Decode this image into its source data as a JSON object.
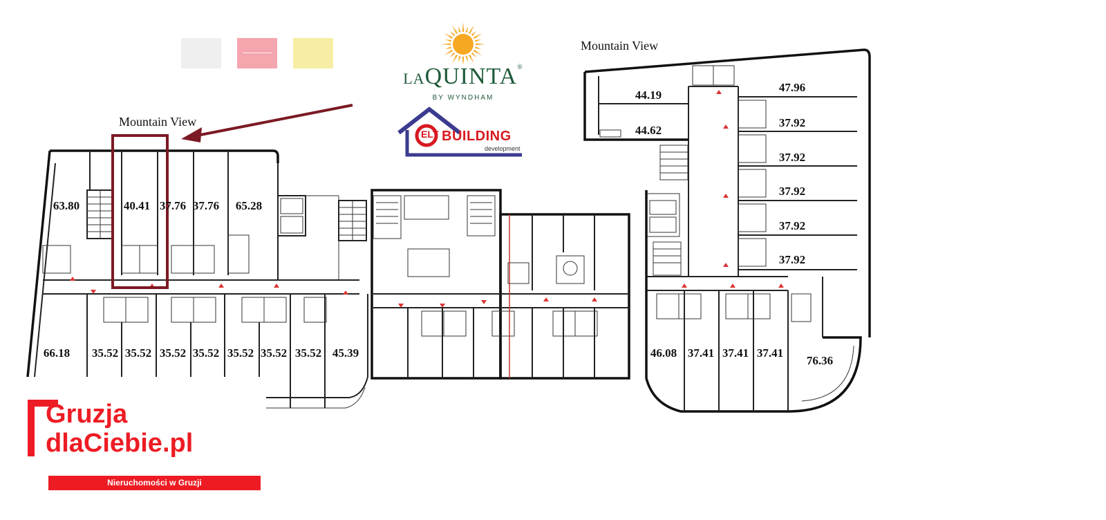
{
  "legend": {
    "swatches": [
      {
        "color": "#efefef"
      },
      {
        "color": "#f4a5ae"
      },
      {
        "color": "#f7eea4"
      }
    ]
  },
  "view_labels": {
    "left": "Mountain View",
    "right": "Mountain View"
  },
  "logos": {
    "laquinta": {
      "word_prefix": "LA",
      "word_main": "QUINTA",
      "sub": "BY WYNDHAM",
      "sun_color": "#f7a823",
      "text_color": "#1f5a3a",
      "mark": "®"
    },
    "elt": {
      "mark": "ELT",
      "name": "BUILDING",
      "sub": "development",
      "color": "#d71920",
      "house_color": "#3b3b8f"
    },
    "gruzja": {
      "line1": "Gruzja",
      "line2": "dlaCiebie.pl",
      "tagline": "Nieruchomości w Gruzji",
      "color": "#ed1c24"
    }
  },
  "highlight": {
    "color": "#7b1a24",
    "unit": "40.41"
  },
  "units": {
    "left_top": [
      "63.80",
      "40.41",
      "37.76",
      "37.76",
      "65.28"
    ],
    "left_bottom": [
      "66.18",
      "35.52",
      "35.52",
      "35.52",
      "35.52",
      "35.52",
      "35.52",
      "35.52",
      "45.39"
    ],
    "right_top": [
      "44.19",
      "44.62",
      "47.96",
      "37.92",
      "37.92",
      "37.92",
      "37.92",
      "37.92"
    ],
    "right_bottom": [
      "46.08",
      "37.41",
      "37.41",
      "37.41",
      "76.36"
    ]
  }
}
